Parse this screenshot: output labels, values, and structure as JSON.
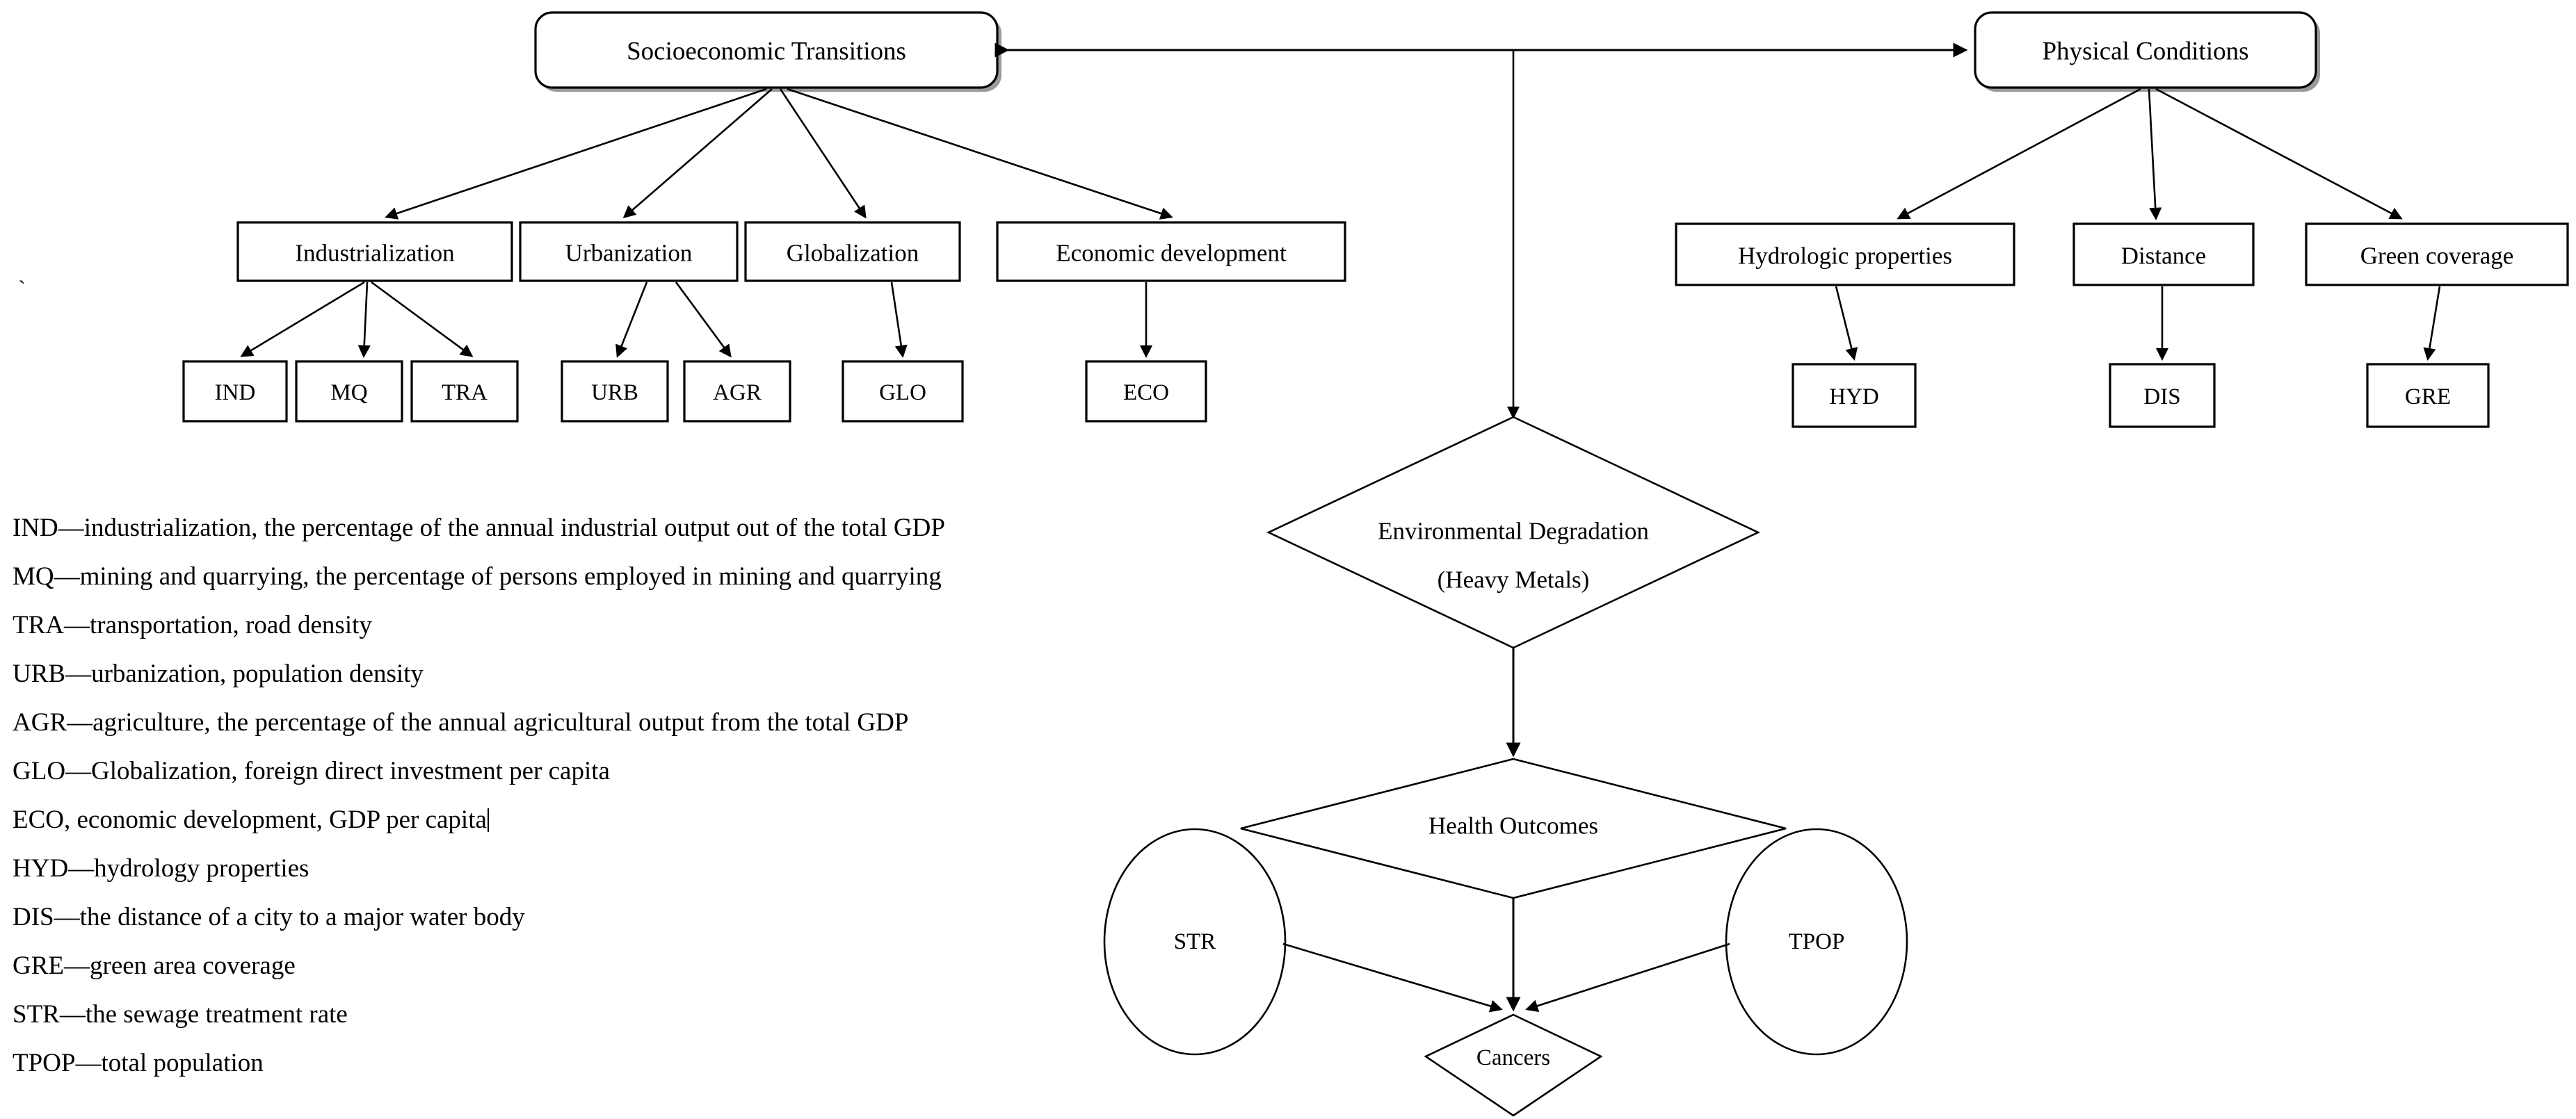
{
  "colors": {
    "stroke": "#000000",
    "fill": "#ffffff",
    "shadow": "#9a9a9a"
  },
  "nodes": {
    "socioeconomic_transitions": "Socioeconomic Transitions",
    "physical_conditions": "Physical Conditions",
    "industrialization": "Industrialization",
    "urbanization": "Urbanization",
    "globalization": "Globalization",
    "economic_development": "Economic development",
    "hydrologic_properties": "Hydrologic properties",
    "distance": "Distance",
    "green_coverage": "Green coverage",
    "ind": "IND",
    "mq": "MQ",
    "tra": "TRA",
    "urb": "URB",
    "agr": "AGR",
    "glo": "GLO",
    "eco": "ECO",
    "hyd": "HYD",
    "dis": "DIS",
    "gre": "GRE",
    "env_degradation_line1": "Environmental Degradation",
    "env_degradation_line2": "(Heavy Metals)",
    "health_outcomes": "Health Outcomes",
    "str": "STR",
    "tpop": "TPOP",
    "cancers": "Cancers"
  },
  "legend": {
    "stray_mark": "`",
    "lines": [
      "IND—industrialization, the percentage of the annual industrial output out of the total GDP",
      "MQ—mining and quarrying, the percentage of persons employed in mining and quarrying",
      "TRA—transportation, road density",
      "URB—urbanization, population density",
      "AGR—agriculture, the percentage of the annual agricultural output from the total GDP",
      "GLO—Globalization, foreign direct investment per capita",
      "ECO, economic development, GDP per capita",
      "HYD—hydrology properties",
      "DIS—the distance of a city to a major water body",
      "GRE—green area coverage",
      "STR—the sewage treatment rate",
      "TPOP—total population"
    ],
    "caret_after_line_index": 6
  }
}
